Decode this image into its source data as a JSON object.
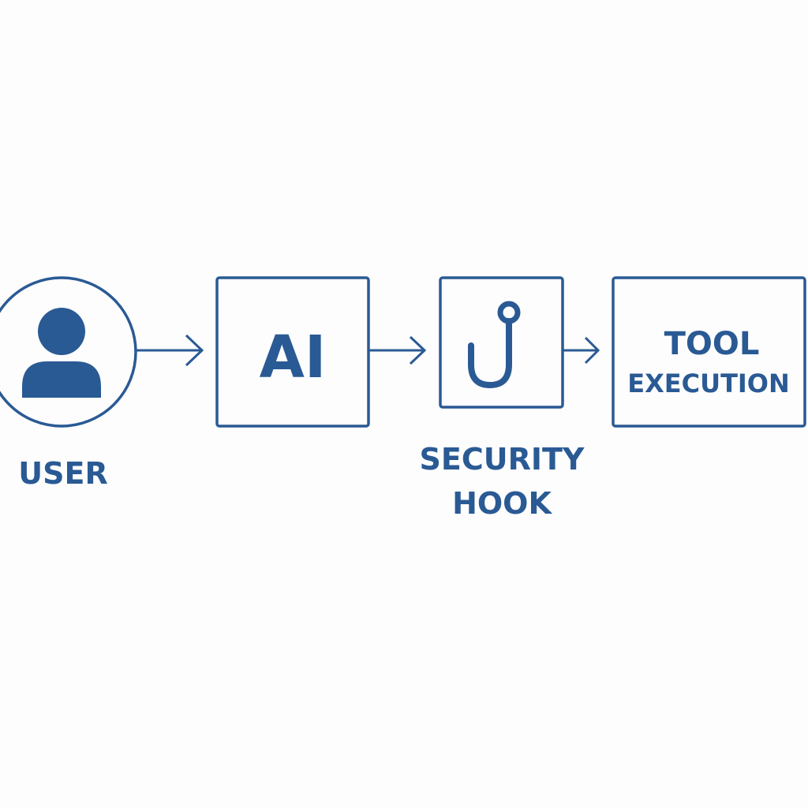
{
  "colors": {
    "primary": "#2a5a94",
    "background": "#fdfdfd"
  },
  "nodes": {
    "user": {
      "label": "USER",
      "icon": "user-icon"
    },
    "ai": {
      "label": "AI"
    },
    "hook": {
      "label_line1": "SECURITY",
      "label_line2": "HOOK",
      "icon": "fishing-hook-icon"
    },
    "tool": {
      "label_line1": "TOOL",
      "label_line2": "EXECUTION"
    }
  },
  "edges": [
    {
      "from": "user",
      "to": "ai"
    },
    {
      "from": "ai",
      "to": "hook"
    },
    {
      "from": "hook",
      "to": "tool"
    }
  ]
}
